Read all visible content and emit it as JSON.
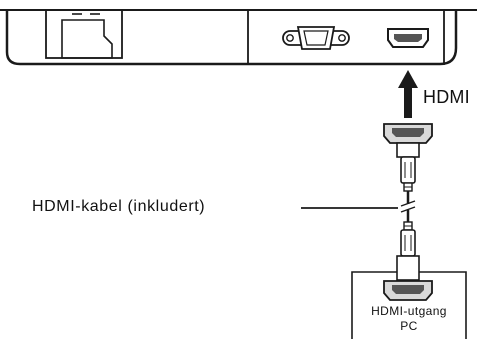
{
  "labels": {
    "hdmi_port": "HDMI",
    "cable": "HDMI-kabel (inkludert)",
    "pc_output_line1": "HDMI-utgang",
    "pc_output_line2": "PC"
  },
  "colors": {
    "stroke": "#1a1a1a",
    "plug_fill": "#d9d9d9",
    "port_shade": "#555555",
    "background": "#ffffff"
  },
  "icons": [
    "monitor-rear-panel",
    "vga-port-icon",
    "hdmi-port-icon",
    "up-arrow-icon",
    "hdmi-connector",
    "hdmi-cable"
  ]
}
